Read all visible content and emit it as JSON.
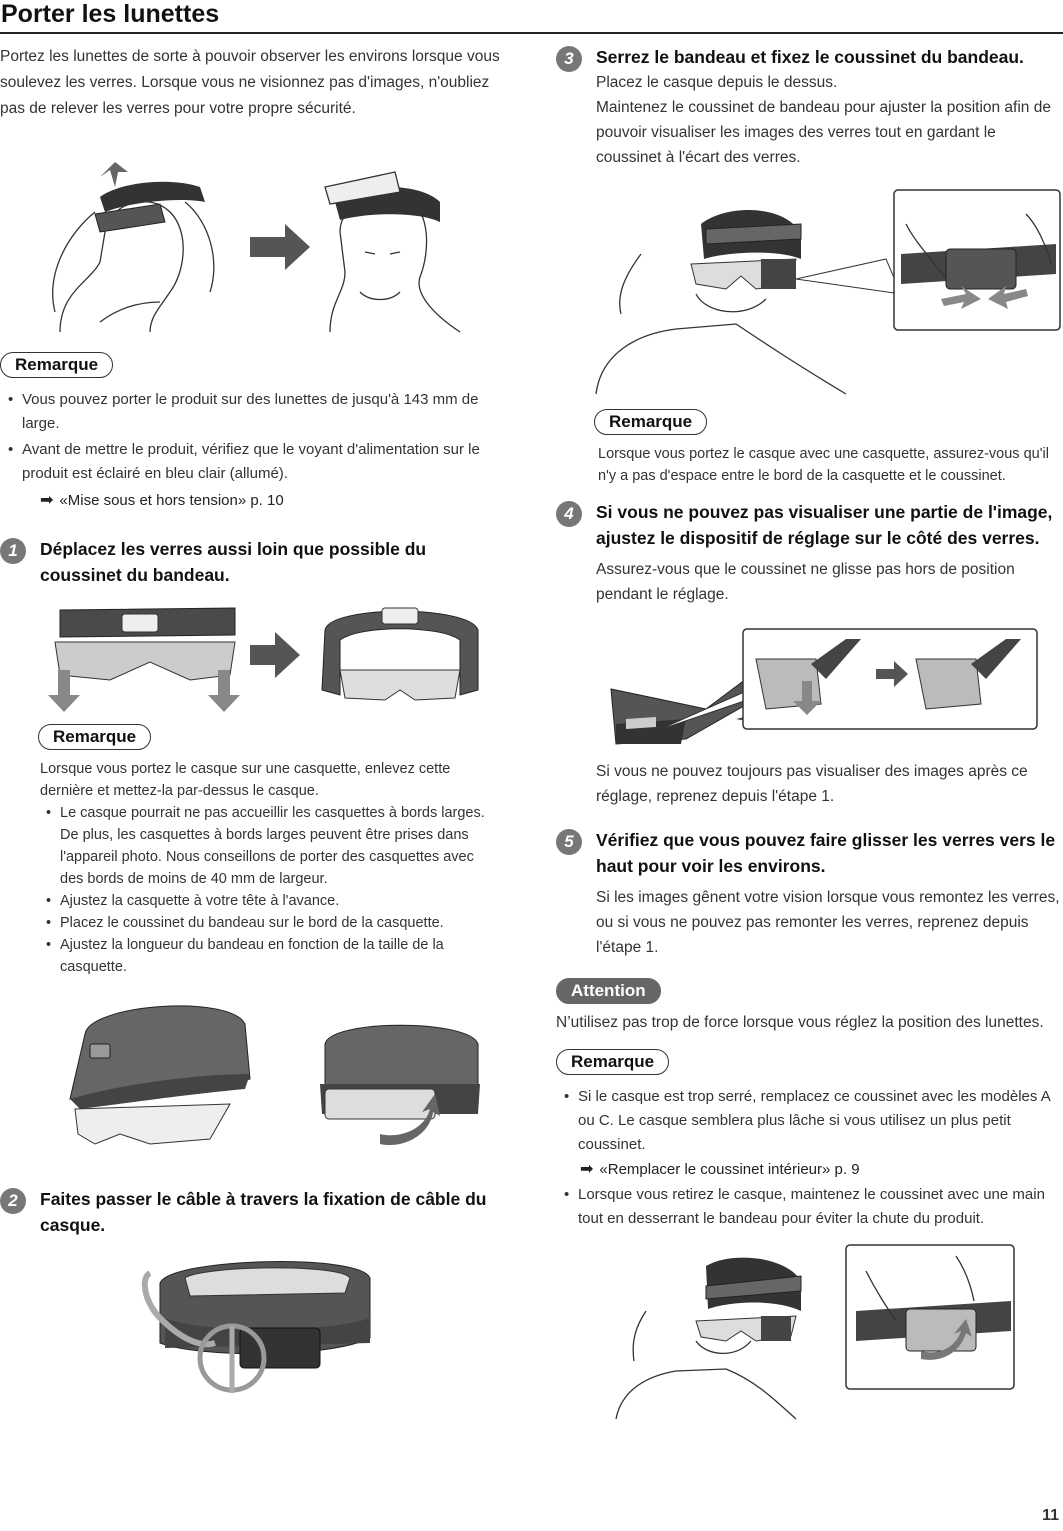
{
  "page": {
    "title": "Porter les lunettes",
    "number": "11"
  },
  "left": {
    "intro": "Portez les lunettes de sorte à pouvoir observer les environs lorsque vous soulevez les verres. Lorsque vous ne visionnez pas d'images, n'oubliez pas de relever les verres pour votre propre sécurité.",
    "note1": {
      "label": "Remarque",
      "items": [
        "Vous pouvez porter le produit sur des lunettes de jusqu'à 143 mm de large.",
        "Avant de mettre le produit, vérifiez que le voyant d'alimentation sur le produit est éclairé en bleu clair (allumé)."
      ],
      "ref": "«Mise sous et hors tension» p. 10"
    },
    "step1": {
      "num": "1",
      "title": "Déplacez les verres aussi loin que possible du coussinet du bandeau."
    },
    "note2": {
      "label": "Remarque",
      "intro": "Lorsque vous portez le casque sur une casquette, enlevez cette dernière et mettez-la par-dessus le casque.",
      "items": [
        "Le casque pourrait ne pas accueillir les casquettes à bords larges. De plus, les casquettes à bords larges peuvent être prises dans l'appareil photo. Nous conseillons de porter des casquettes avec des bords de moins de 40 mm de largeur.",
        "Ajustez la casquette à votre tête à l'avance.",
        "Placez le coussinet du bandeau sur le bord de la casquette.",
        "Ajustez la longueur du bandeau en fonction de la taille de la casquette."
      ]
    },
    "step2": {
      "num": "2",
      "title": "Faites passer le câble à travers la fixation de câble du casque."
    }
  },
  "right": {
    "step3": {
      "num": "3",
      "title": "Serrez le bandeau et fixez le coussinet du bandeau.",
      "text1": "Placez le casque depuis le dessus.",
      "text2": "Maintenez le coussinet de bandeau pour ajuster la position afin de pouvoir visualiser les images des verres tout en gardant le coussinet à l'écart des verres."
    },
    "note3": {
      "label": "Remarque",
      "text": "Lorsque vous portez le casque avec une casquette, assurez-vous qu'il n'y a pas d'espace entre le bord de la casquette et le coussinet."
    },
    "step4": {
      "num": "4",
      "title": "Si vous ne pouvez pas visualiser une partie de l'image, ajustez le dispositif de réglage sur le côté des verres.",
      "text": "Assurez-vous que le coussinet ne glisse pas hors de position pendant le réglage.",
      "after": "Si vous ne pouvez toujours pas visualiser des images après ce réglage, reprenez depuis l'étape 1."
    },
    "step5": {
      "num": "5",
      "title": "Vérifiez que vous pouvez faire glisser les verres vers le haut pour voir les environs.",
      "text": "Si les images gênent votre vision lorsque vous remontez les verres, ou si vous ne pouvez pas remonter les verres, reprenez depuis l'étape 1."
    },
    "attention": {
      "label": "Attention",
      "text": "N’utilisez pas trop de force lorsque vous réglez la position des lunettes."
    },
    "note4": {
      "label": "Remarque",
      "items": [
        "Si le casque est trop serré, remplacez ce coussinet avec les modèles A ou C. Le casque semblera plus lâche si vous utilisez un plus petit coussinet.",
        "Lorsque vous retirez le casque, maintenez le coussinet avec une main tout en desserrant le bandeau pour éviter la chute du produit."
      ],
      "ref": "«Remplacer le coussinet intérieur» p. 9"
    }
  },
  "colors": {
    "accent": "#777777",
    "ink": "#222222",
    "dark_band": "#4a4a4a"
  }
}
